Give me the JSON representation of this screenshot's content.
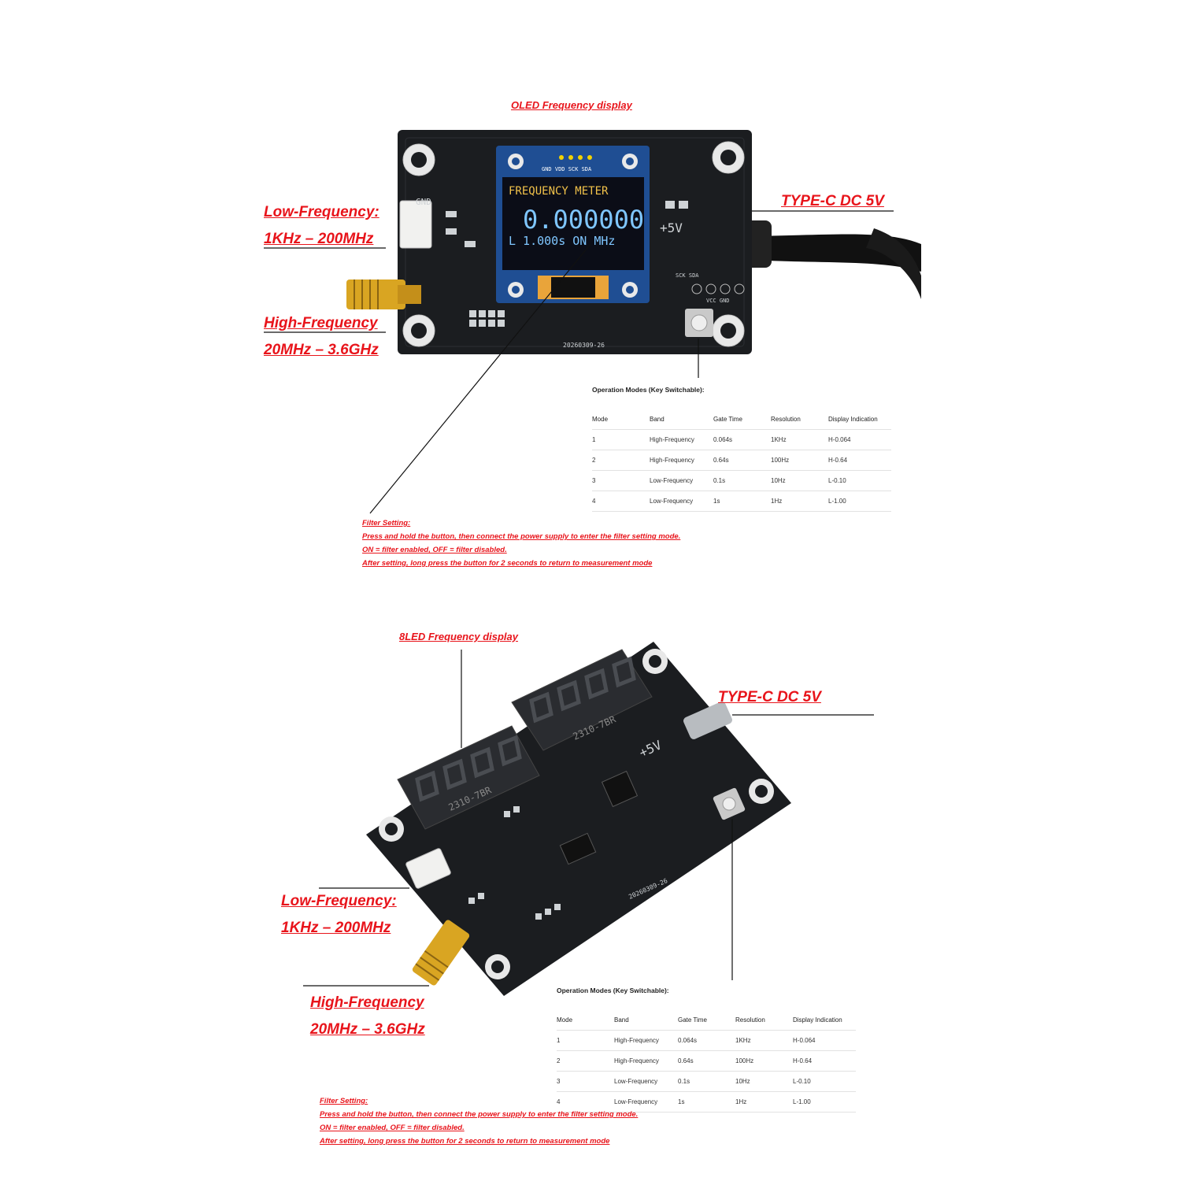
{
  "top": {
    "display_title": "OLED Frequency display",
    "low_freq_label": "Low-Frequency:",
    "low_freq_range": "1KHz – 200MHz",
    "high_freq_label": "High-Frequency",
    "high_freq_range": "20MHz – 3.6GHz",
    "typec_label": "TYPE-C DC 5V",
    "oled": {
      "line1": "FREQUENCY METER",
      "line2": "0.000000",
      "line3": "L 1.000s ON  MHz"
    },
    "silk": {
      "gnd": "GND",
      "plus5v": "+5V",
      "pins": "GND VDD SCK SDA",
      "date": "20260309-26",
      "sck_sda": "SCK SDA",
      "vcc_gnd": "VCC GND"
    }
  },
  "bottom": {
    "display_title": "8LED Frequency display",
    "low_freq_label": "Low-Frequency:",
    "low_freq_range": "1KHz – 200MHz",
    "high_freq_label": "High-Frequency",
    "high_freq_range": "20MHz – 3.6GHz",
    "typec_label": "TYPE-C DC 5V",
    "seg_label": "2310-7BR",
    "silk": {
      "plus5v": "+5V",
      "date": "20260309-26"
    }
  },
  "modes": {
    "title": "Operation Modes (Key Switchable):",
    "headers": [
      "Mode",
      "Band",
      "Gate Time",
      "Resolution",
      "Display Indication"
    ],
    "rows": [
      [
        "1",
        "High-Frequency",
        "0.064s",
        "1KHz",
        "H-0.064"
      ],
      [
        "2",
        "High-Frequency",
        "0.64s",
        "100Hz",
        "H-0.64"
      ],
      [
        "3",
        "Low-Frequency",
        "0.1s",
        "10Hz",
        "L-0.10"
      ],
      [
        "4",
        "Low-Frequency",
        "1s",
        "1Hz",
        "L-1.00"
      ]
    ]
  },
  "filter": {
    "title": "Filter Setting:",
    "line1": "Press and hold the button, then connect the power supply to enter the filter setting mode.",
    "line2": "ON = filter enabled, OFF = filter disabled.",
    "line3": "After setting, long press the button for 2 seconds to return to measurement mode"
  },
  "colors": {
    "callout": "#e8141b",
    "pcb": "#1b1d20",
    "oled_yellow": "#f2c24a",
    "oled_blue": "#7fc6ff",
    "gold": "#d9a522"
  }
}
